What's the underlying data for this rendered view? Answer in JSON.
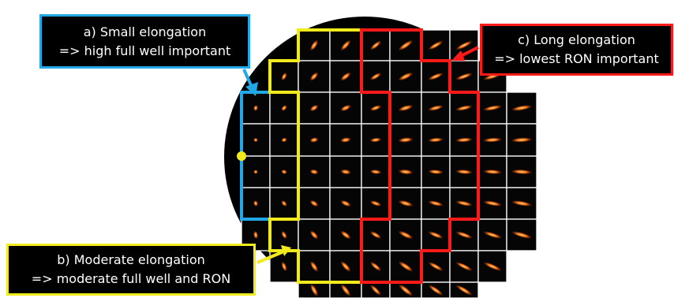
{
  "callouts": {
    "small": {
      "title": "a) Small elongation",
      "note": "=> high full well important",
      "color": "#22a8e6"
    },
    "moderate": {
      "title": "b) Moderate elongation",
      "note": "=> moderate full well and RON",
      "color": "#f1ea1c"
    },
    "long": {
      "title": "c) Long elongation",
      "note": "=> lowest RON important",
      "color": "#ff1a1a"
    }
  },
  "colors": {
    "background": "#ffffff",
    "circle": "#000000",
    "grid": "#ffffff",
    "psf_spot": "#ff7a1a",
    "center_marker": "#f1ea1c"
  },
  "grid": {
    "columns": 10,
    "rows": 9,
    "row_cell_span": [
      [
        2,
        7
      ],
      [
        1,
        8
      ],
      [
        0,
        9
      ],
      [
        0,
        9
      ],
      [
        0,
        9
      ],
      [
        0,
        9
      ],
      [
        0,
        9
      ],
      [
        1,
        8
      ],
      [
        2,
        7
      ]
    ],
    "small_zone_columns": [
      0,
      1
    ],
    "long_zone_start_column": 5
  },
  "psf_elongation": {
    "description_axis": "elongation increases with distance from the centre marker on the left edge",
    "min_length": 0.15,
    "max_length": 0.95
  }
}
